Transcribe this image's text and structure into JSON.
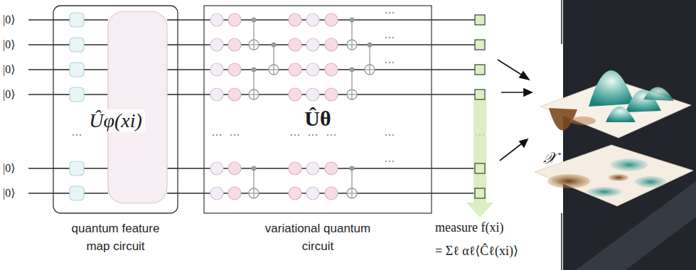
{
  "diagram": {
    "nodes": [
      {
        "text": [
          "Ûφ(xi)",
          "quantum feature map circuit"
        ]
      },
      {
        "text": [
          "Ûθ",
          "variational quantum circuit"
        ]
      }
    ],
    "edges": [
      {
        "from": 0,
        "to": 1,
        "arrow": "none"
      },
      {
        "from": 0,
        "to": 1,
        "arrow": "none"
      },
      {
        "from": 0,
        "to": 1,
        "arrow": "none"
      },
      {
        "from": 0,
        "to": 1,
        "arrow": "none"
      },
      {
        "from": 0,
        "to": 1,
        "arrow": "none"
      },
      {
        "from": 0,
        "to": 1,
        "arrow": "none"
      }
    ],
    "labels": [
      "|0⟩",
      "|0⟩",
      "|0⟩",
      "|0⟩",
      "|0⟩",
      "|0⟩",
      "measure f(xi)",
      "= Σℓ αℓ⟨Ĉℓ(xi)⟩",
      "𝒳"
    ]
  }
}
